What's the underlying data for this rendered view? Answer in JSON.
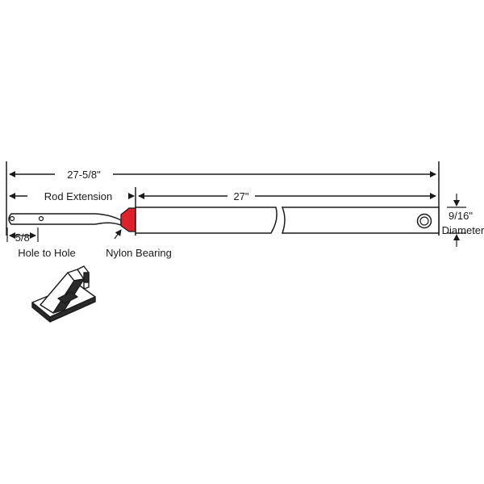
{
  "dimensions": {
    "overall_length": "27-5/8\"",
    "rod_extension": "Rod Extension",
    "tube_length": "27\"",
    "diameter_value": "9/16\"",
    "diameter_label": "Diameter",
    "hole_spacing": "5/8\"",
    "hole_spacing_label": "Hole to Hole"
  },
  "callouts": {
    "nylon_bearing": "Nylon Bearing"
  },
  "colors": {
    "line": "#1a1a1a",
    "bearing": "#e0202a",
    "tube_fill": "#ffffff"
  }
}
